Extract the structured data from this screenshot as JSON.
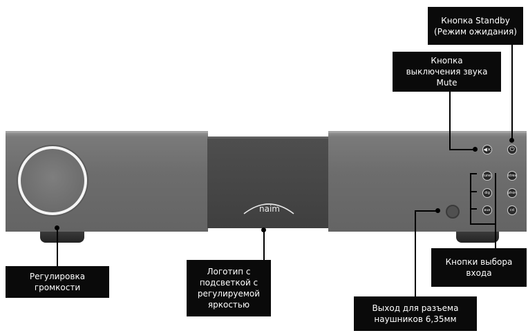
{
  "callouts": {
    "standby": [
      "Кнопка Standby",
      "(Режим ожидания)"
    ],
    "mute": [
      "Кнопка",
      "выключения звука",
      "Mute"
    ],
    "volume": [
      "Регулировка",
      "громкости"
    ],
    "logo": [
      "Логотип с",
      "подсветкой с",
      "регулируемой",
      "яркостью"
    ],
    "input": [
      "Кнопки выбора",
      "входа"
    ],
    "headphone": [
      "Выход для разъема",
      "наушников 6,35мм"
    ]
  },
  "device": {
    "logo_text": "naim",
    "buttons": {
      "tuner": "tuner",
      "stream": "stream",
      "dig": "dig",
      "phono": "phono",
      "aux": "aux",
      "cd": "cd"
    }
  },
  "colors": {
    "panel": "#707070",
    "callout_bg": "#0a0a0a",
    "line": "#000000"
  }
}
